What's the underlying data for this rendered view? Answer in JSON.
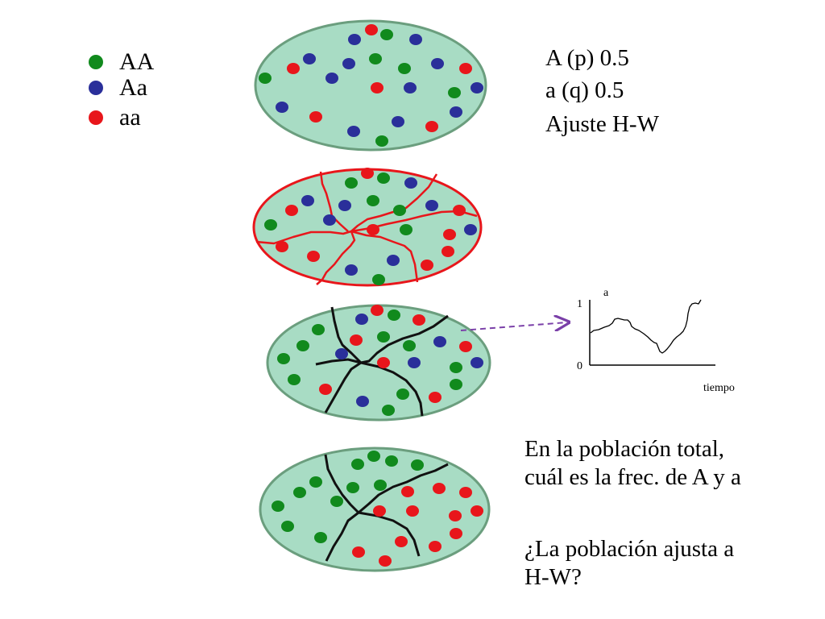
{
  "legend": [
    {
      "label": "AA",
      "color": "#118a1d"
    },
    {
      "label": "Aa",
      "color": "#2a2f9a"
    },
    {
      "label": "aa",
      "color": "#e8161b"
    }
  ],
  "info": {
    "line1": "A (p) 0.5",
    "line2": "a  (q) 0.5",
    "line3": "Ajuste H-W"
  },
  "colors": {
    "population_fill": "#a8dcc4",
    "population_border": "#6b9e7e",
    "subdivided_border": "#e8161b",
    "barrier_red": "#e8161b",
    "barrier_black": "#111111",
    "arrow": "#7a3fa8"
  },
  "populations": [
    {
      "name": "population-original",
      "barriers": "none"
    },
    {
      "name": "population-subdivided-initial",
      "barriers": "red"
    },
    {
      "name": "population-subdivided-drift",
      "barriers": "black"
    },
    {
      "name": "population-subdivided-fixation",
      "barriers": "black"
    }
  ],
  "mini_chart": {
    "series_label": "a",
    "y_tick_top": "1",
    "y_tick_bottom": "0",
    "x_label": "tiempo"
  },
  "question": {
    "line1": "En la población total,",
    "line2": "cuál es la frec. de A y a",
    "line3": "¿La población ajusta a",
    "line4": "H-W?"
  }
}
